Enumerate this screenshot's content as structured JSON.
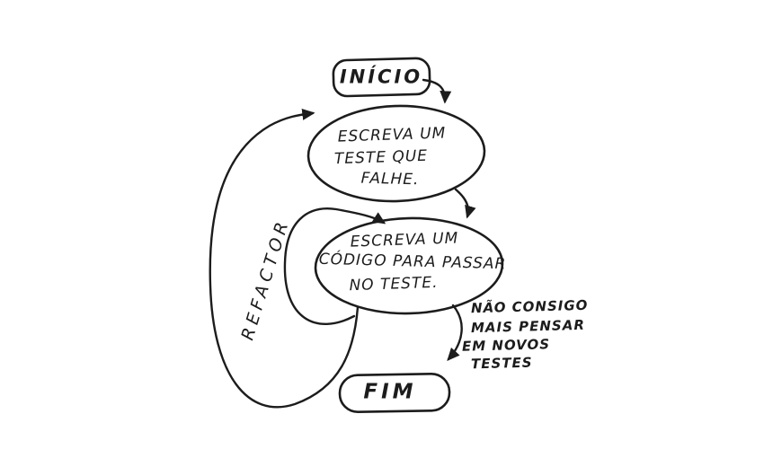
{
  "diagram": {
    "type": "hand-drawn-flowchart",
    "nodes": {
      "start": {
        "label": "INÍCIO"
      },
      "write_test": {
        "line1": "ESCREVA UM",
        "line2": "TESTE QUE",
        "line3": "FALHE."
      },
      "write_code": {
        "line1": "ESCREVA UM",
        "line2": "CÓDIGO PARA PASSAR",
        "line3": "NO TESTE."
      },
      "end": {
        "label": "FIM"
      }
    },
    "edges": {
      "refactor_label": "REFACTOR",
      "annotation": {
        "line1": "NÃO CONSIGO",
        "line2": "MAIS PENSAR",
        "line3": "EM NOVOS",
        "line4": "TESTES"
      }
    },
    "colors": {
      "ink": "#1c1c1c",
      "background": "#ffffff"
    }
  }
}
